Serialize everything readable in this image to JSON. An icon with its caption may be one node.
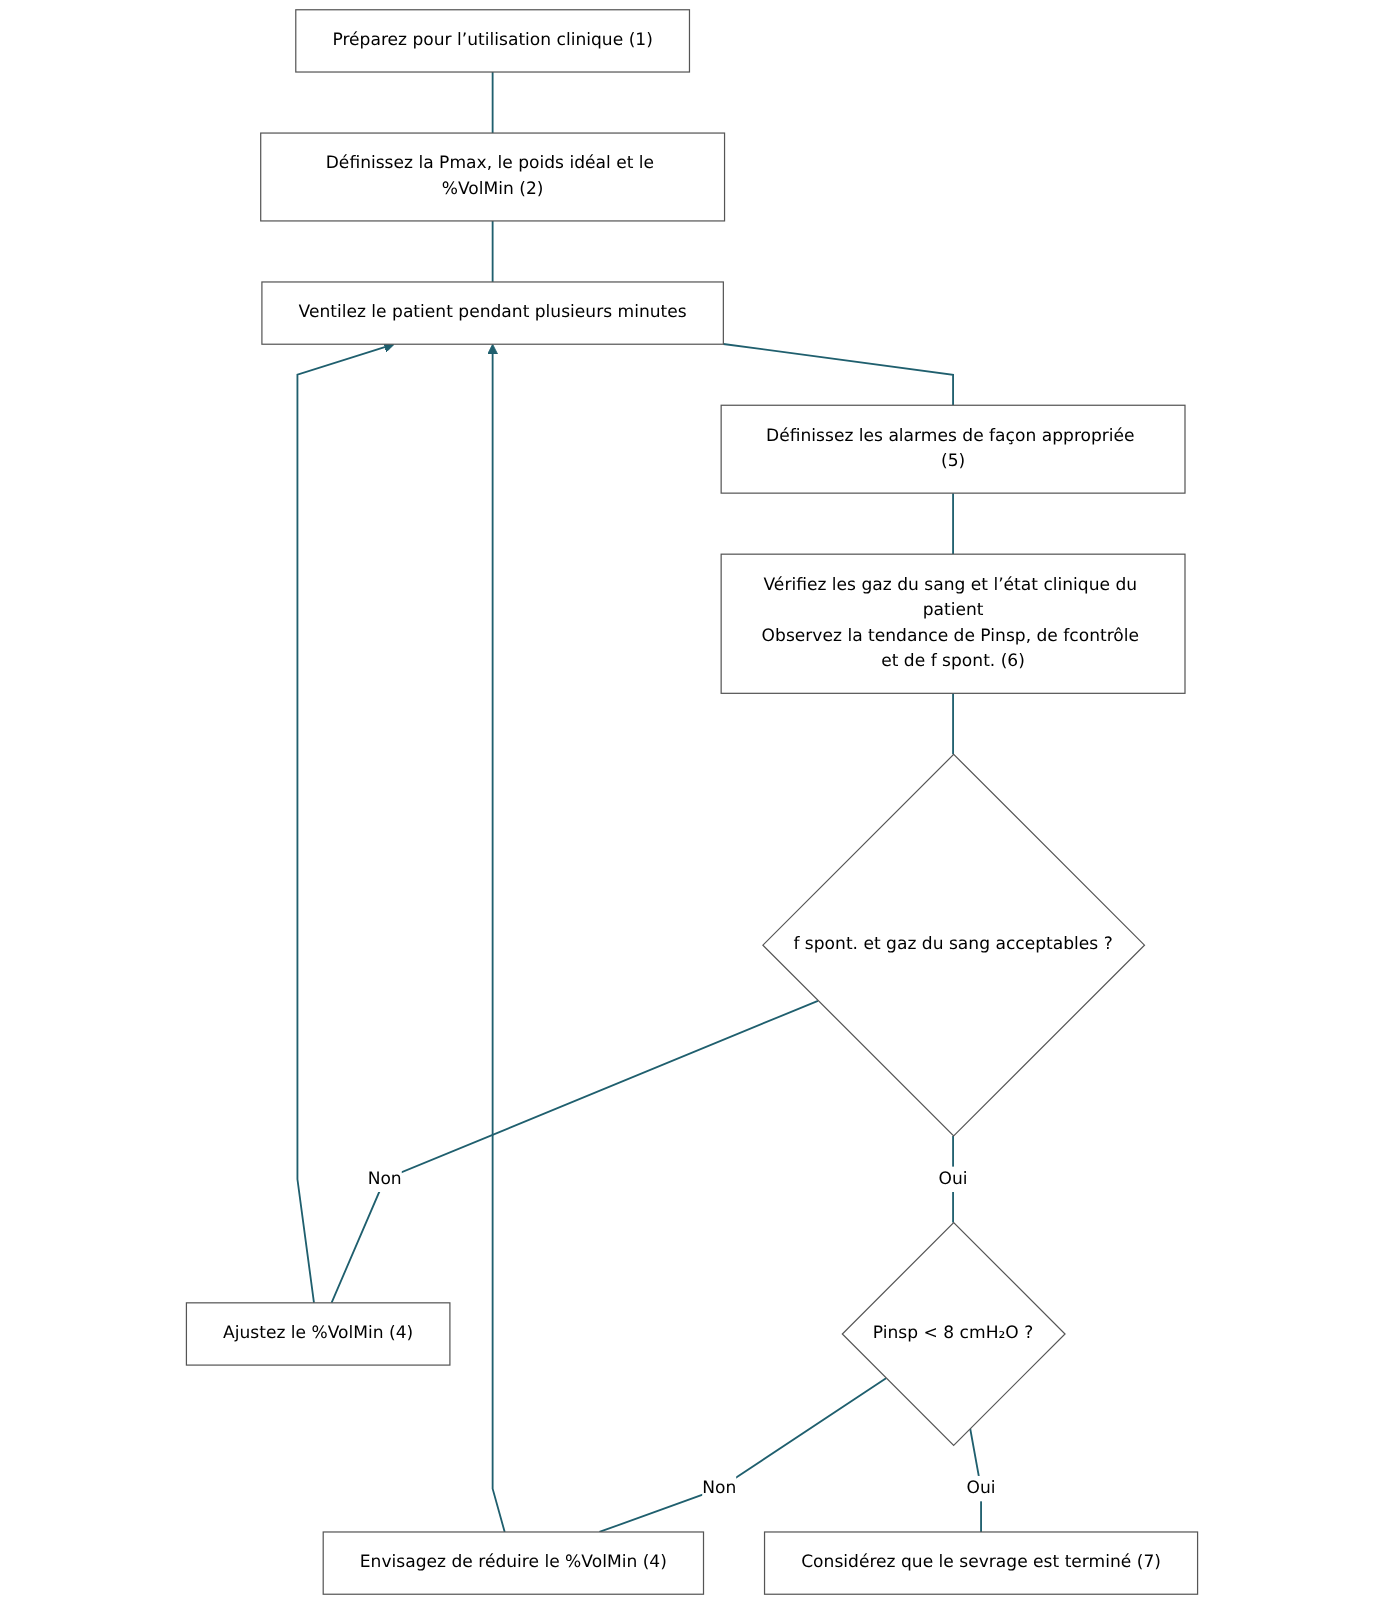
{
  "diagram": {
    "nodes": [
      {
        "text": [
          "Préparez pour l’utilisation clinique (1)"
        ]
      },
      {
        "text": [
          "Définissez la Pmax, le poids idéal et le %VolMin (2)"
        ]
      },
      {
        "text": [
          "Ventilez le patient pendant plusieurs minutes"
        ]
      },
      {
        "text": [
          "Ajustez le %VolMin (4)"
        ]
      },
      {
        "text": [
          "Définissez les alarmes de façon appropriée (5)"
        ]
      },
      {
        "text": [
          "Vérifiez les gaz du sang et l’état clinique du patient",
          "Observez la tendance de Pinsp, de fcontrôle et de f spont. (6)"
        ]
      },
      {
        "text": [
          "f spont. et gaz du sang acceptables ?"
        ]
      },
      {
        "text": [
          "Envisagez de réduire le %VolMin (4)"
        ]
      },
      {
        "text": [
          "Pinsp < 8 cmH₂O ?"
        ]
      },
      {
        "text": [
          "Considérez que le sevrage est terminé (7)"
        ]
      }
    ],
    "edges": [
      {
        "from": 0,
        "to": 1,
        "arrow": "none"
      },
      {
        "from": 1,
        "to": 2,
        "arrow": "none"
      },
      {
        "from": 3,
        "to": 2,
        "arrow": "to"
      },
      {
        "from": 7,
        "to": 2,
        "arrow": "to"
      },
      {
        "from": 2,
        "to": 4,
        "arrow": "none"
      },
      {
        "from": 4,
        "to": 5,
        "arrow": "none"
      },
      {
        "from": 5,
        "to": 6,
        "arrow": "none"
      },
      {
        "from": 6,
        "to": 3,
        "label": "Non",
        "arrow": "none"
      },
      {
        "from": 6,
        "to": 8,
        "label": "Oui",
        "arrow": "none"
      },
      {
        "from": 8,
        "to": 7,
        "label": "Non",
        "arrow": "none"
      },
      {
        "from": 8,
        "to": 9,
        "label": "Oui",
        "arrow": "none"
      }
    ]
  }
}
